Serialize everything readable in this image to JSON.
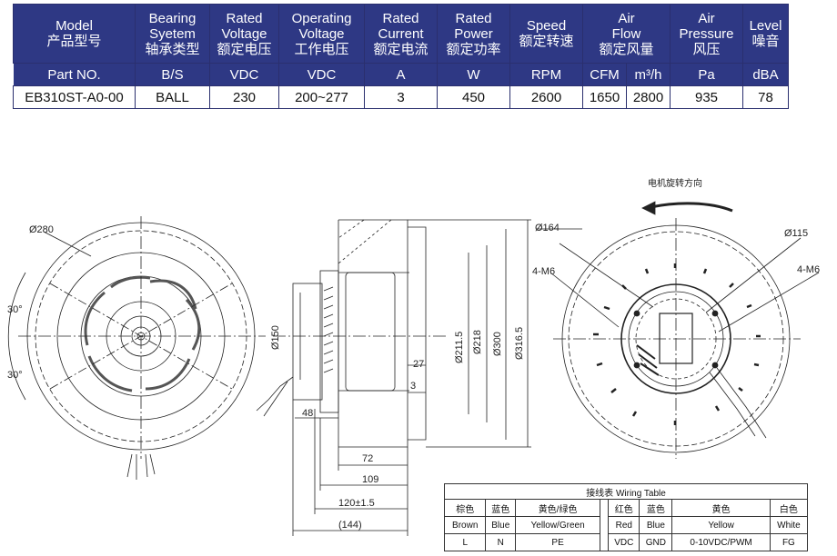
{
  "spec_table": {
    "headers": [
      {
        "en": "Model",
        "cn": "产品型号"
      },
      {
        "en": "Bearing",
        "en2": "Syetem",
        "cn": "轴承类型"
      },
      {
        "en": "Rated",
        "en2": "Voltage",
        "cn": "额定电压"
      },
      {
        "en": "Operating",
        "en2": "Voltage",
        "cn": "工作电压"
      },
      {
        "en": "Rated",
        "en2": "Current",
        "cn": "额定电流"
      },
      {
        "en": "Rated",
        "en2": "Power",
        "cn": "额定功率"
      },
      {
        "en": "Speed",
        "cn": "额定转速"
      },
      {
        "en": "Air",
        "en2": "Flow",
        "cn": "额定风量"
      },
      {
        "en": "Air",
        "en2": "Pressure",
        "cn": "风压"
      },
      {
        "en": "Level",
        "cn": "噪音"
      }
    ],
    "units": [
      "Part NO.",
      "B/S",
      "VDC",
      "VDC",
      "A",
      "W",
      "RPM",
      "CFM",
      "m³/h",
      "Pa",
      "dBA"
    ],
    "values": [
      "EB310ST-A0-00",
      "BALL",
      "230",
      "200~277",
      "3",
      "450",
      "2600",
      "1650",
      "2800",
      "935",
      "78"
    ]
  },
  "drawing": {
    "rotation_label": "电机旋转方向",
    "dims": {
      "d280": "Ø280",
      "ang1": "30°",
      "ang2": "30°",
      "d150": "Ø150",
      "d48": "48",
      "d27": "27",
      "d3": "3",
      "d211": "Ø211.5",
      "d218": "Ø218",
      "d300": "Ø300",
      "d3165": "Ø316.5",
      "d164": "Ø164",
      "m6a": "4-M6",
      "d72": "72",
      "d109": "109",
      "d120": "120±1.5",
      "d144": "(144)",
      "d115": "Ø115",
      "m6b": "4-M6"
    }
  },
  "wiring": {
    "title": "接线表 Wiring Table",
    "cn": [
      "棕色",
      "蓝色",
      "黄色/绿色",
      "红色",
      "蓝色",
      "黄色",
      "白色"
    ],
    "en": [
      "Brown",
      "Blue",
      "Yellow/Green",
      "Red",
      "Blue",
      "Yellow",
      "White"
    ],
    "fn": [
      "L",
      "N",
      "PE",
      "VDC",
      "GND",
      "0-10VDC/PWM",
      "FG"
    ]
  }
}
